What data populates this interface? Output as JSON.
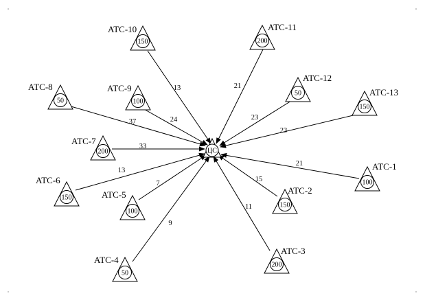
{
  "center": {
    "label": "ЦС"
  },
  "nodes": [
    {
      "id": "atc-10",
      "name": "АТС-10",
      "capacity": "150",
      "weight": "13"
    },
    {
      "id": "atc-11",
      "name": "АТС-11",
      "capacity": "200",
      "weight": "21"
    },
    {
      "id": "atc-12",
      "name": "АТС-12",
      "capacity": "50",
      "weight": "23"
    },
    {
      "id": "atc-13",
      "name": "АТС-13",
      "capacity": "150",
      "weight": "23"
    },
    {
      "id": "atc-1",
      "name": "АТС-1",
      "capacity": "100",
      "weight": "21"
    },
    {
      "id": "atc-2",
      "name": "АТС-2",
      "capacity": "150",
      "weight": "15"
    },
    {
      "id": "atc-3",
      "name": "АТС-3",
      "capacity": "200",
      "weight": "11"
    },
    {
      "id": "atc-4",
      "name": "АТС-4",
      "capacity": "50",
      "weight": "9"
    },
    {
      "id": "atc-5",
      "name": "АТС-5",
      "capacity": "100",
      "weight": "7"
    },
    {
      "id": "atc-6",
      "name": "АТС-6",
      "capacity": "150",
      "weight": "13"
    },
    {
      "id": "atc-7",
      "name": "АТС-7",
      "capacity": "200",
      "weight": "33"
    },
    {
      "id": "atc-8",
      "name": "АТС-8",
      "capacity": "50",
      "weight": "37"
    },
    {
      "id": "atc-9",
      "name": "АТС-9",
      "capacity": "100",
      "weight": "24"
    }
  ]
}
